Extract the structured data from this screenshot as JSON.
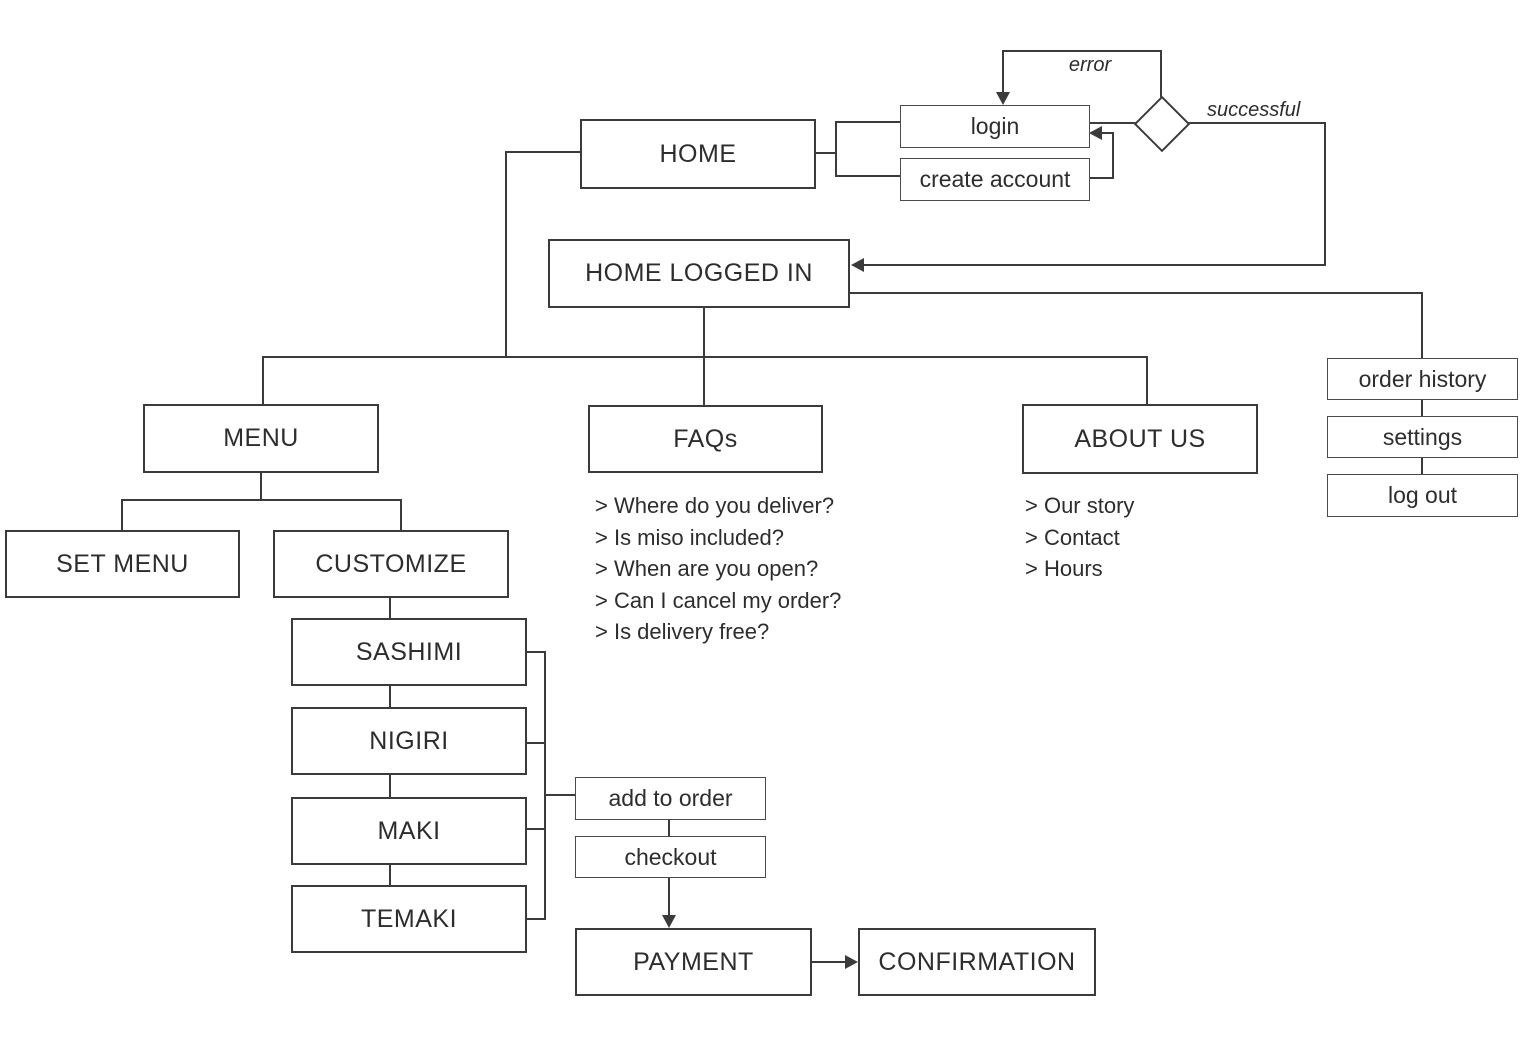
{
  "title": "Sushi site map flowchart",
  "nodes": {
    "home": "HOME",
    "login": "login",
    "create_account": "create account",
    "home_logged_in": "HOME LOGGED IN",
    "menu": "MENU",
    "faqs": "FAQs",
    "about_us": "ABOUT US",
    "order_history": "order history",
    "settings": "settings",
    "log_out": "log out",
    "set_menu": "SET MENU",
    "customize": "CUSTOMIZE",
    "sashimi": "SASHIMI",
    "nigiri": "NIGIRI",
    "maki": "MAKI",
    "temaki": "TEMAKI",
    "add_to_order": "add to order",
    "checkout": "checkout",
    "payment": "PAYMENT",
    "confirmation": "CONFIRMATION"
  },
  "edge_labels": {
    "error": "error",
    "successful": "successful"
  },
  "faq": {
    "items": [
      "> Where do you deliver?",
      "> Is miso included?",
      "> When are you open?",
      "> Can I cancel my order?",
      "> Is delivery free?"
    ]
  },
  "about": {
    "items": [
      "> Our story",
      "> Contact",
      "> Hours"
    ]
  },
  "colors": {
    "line": "#3b3b3b",
    "text": "#2d2d2d",
    "background": "#ffffff"
  }
}
